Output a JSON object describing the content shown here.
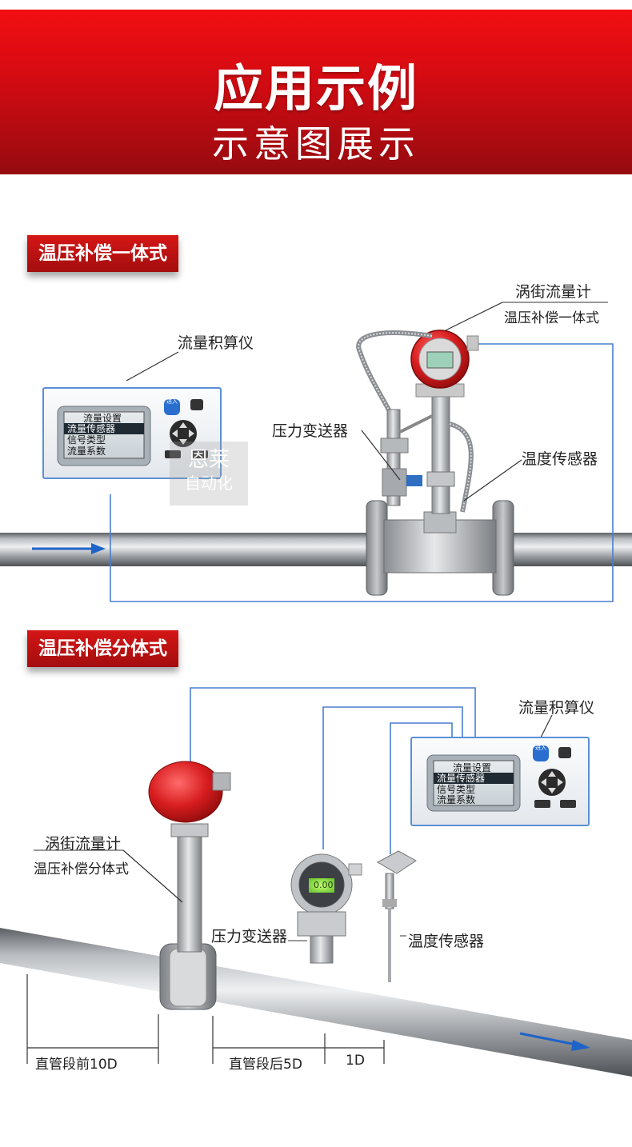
{
  "header": {
    "title": "应用示例",
    "subtitle": "示意图展示"
  },
  "section1": {
    "tag": "温压补偿一体式",
    "labels": {
      "flowmeter_line1": "涡街流量计",
      "flowmeter_line2": "温压补偿一体式",
      "totalizer": "流量积算仪",
      "pressure_transmitter": "压力变送器",
      "temperature_sensor": "温度传感器"
    },
    "panel": {
      "menu": [
        "流量设置",
        "流量传感器",
        "信号类型",
        "流量系数"
      ],
      "enter_button": "进入"
    }
  },
  "section2": {
    "tag": "温压补偿分体式",
    "labels": {
      "totalizer": "流量积算仪",
      "flowmeter_line1": "涡街流量计",
      "flowmeter_line2": "温压补偿分体式",
      "pressure_transmitter": "压力变送器",
      "temperature_sensor": "温度传感器",
      "straight_before": "直管段前10D",
      "straight_after": "直管段后5D",
      "one_d": "1D",
      "pressure_display": "0.00"
    },
    "panel": {
      "menu": [
        "流量设置",
        "流量传感器",
        "信号类型",
        "流量系数"
      ],
      "enter_button": "进入"
    }
  },
  "watermark": {
    "line1": "恩莱",
    "line2": "自动化"
  },
  "colors": {
    "brand_red": "#d10b12",
    "wire_blue": "#4a7fcf",
    "flow_arrow": "#1f63c9",
    "panel_border": "#5b8fd6",
    "pipe_gray": "#8f9296"
  }
}
